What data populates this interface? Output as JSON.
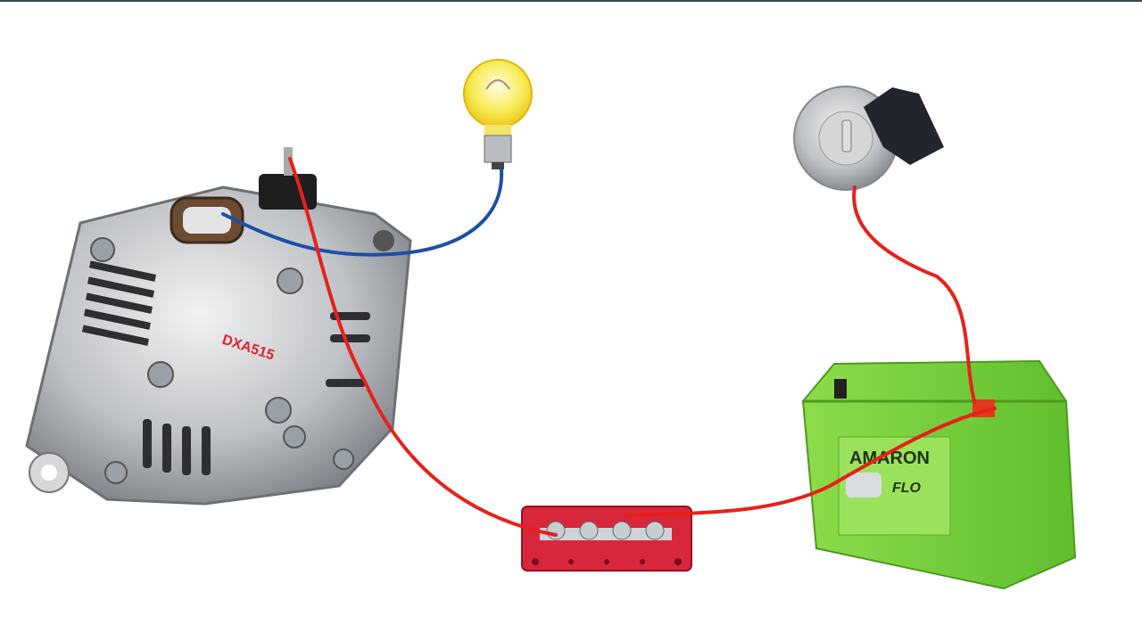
{
  "alternator": {
    "model_label": "DXA515"
  },
  "battery": {
    "brand": "AMARON",
    "series": "FLO"
  },
  "colors": {
    "red_wire": "#e8201a",
    "blue_wire": "#1c4fa8",
    "battery_green": "#7fd23c",
    "busbar_red": "#d8263a",
    "bulb_yellow": "#f5e33a"
  }
}
